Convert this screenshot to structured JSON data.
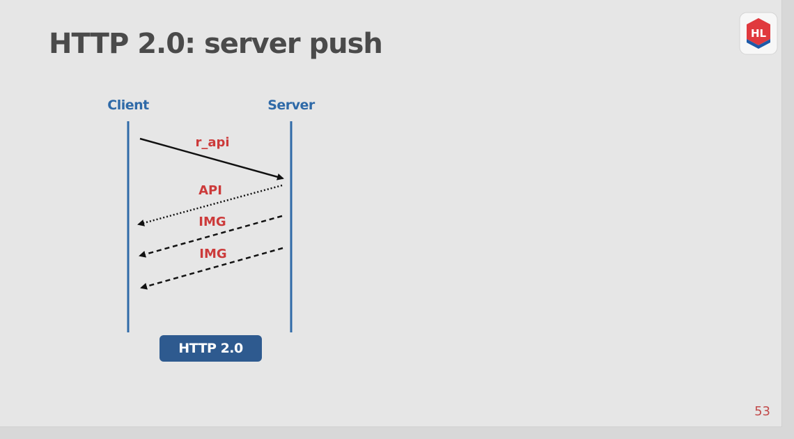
{
  "slide": {
    "title": "HTTP 2.0: server push",
    "slide_number": "53",
    "logo": {
      "text": "HL",
      "icon": "highload-logo-icon",
      "color": "#e0393e",
      "accent": "#1d5aa8"
    }
  },
  "diagram": {
    "actors": {
      "client": "Client",
      "server": "Server"
    },
    "messages": [
      {
        "label": "r_api",
        "from": "client",
        "to": "server",
        "style": "solid"
      },
      {
        "label": "API",
        "from": "server",
        "to": "client",
        "style": "dotted"
      },
      {
        "label": "IMG",
        "from": "server",
        "to": "client",
        "style": "dashed"
      },
      {
        "label": "IMG",
        "from": "server",
        "to": "client",
        "style": "dashed"
      }
    ],
    "protocol_label": "HTTP 2.0"
  },
  "colors": {
    "actor_label": "#2f6aa8",
    "lifeline": "#2f6aa8",
    "message_label": "#cc3a3a",
    "arrow": "#111111",
    "badge_bg": "#2e5a8f"
  }
}
